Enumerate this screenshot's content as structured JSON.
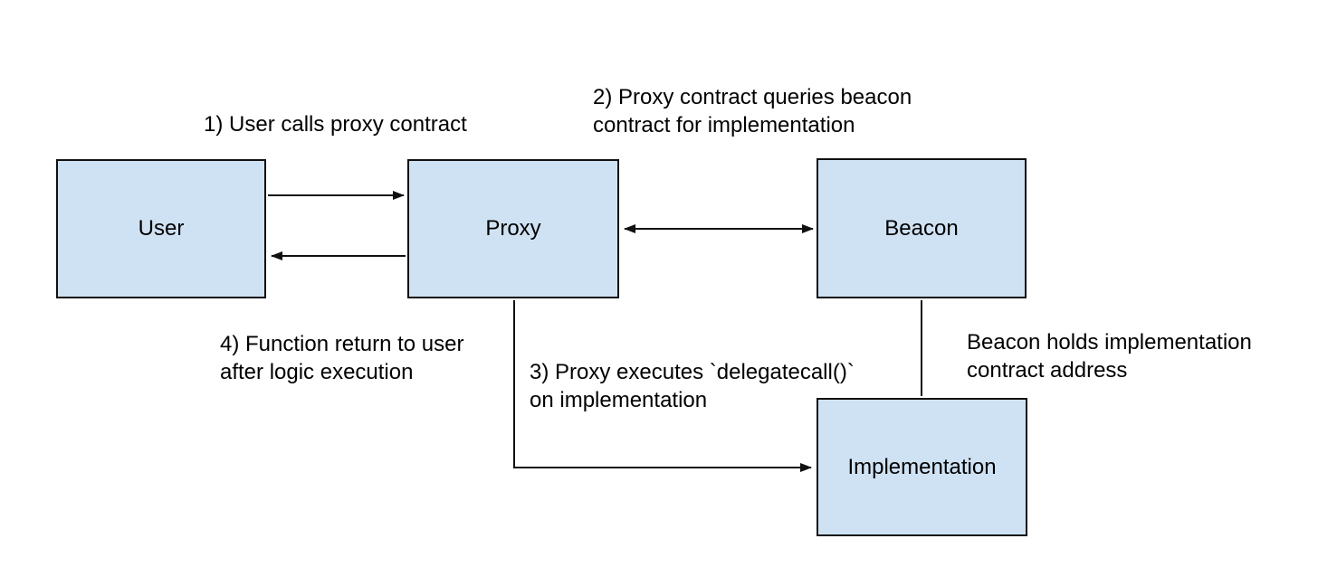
{
  "diagram": {
    "colors": {
      "canvas_bg": "#ffffff",
      "node_fill": "#cfe2f3",
      "node_border": "#111111",
      "edge_color": "#111111",
      "text_color": "#000000"
    },
    "nodes": {
      "user": {
        "label": "User"
      },
      "proxy": {
        "label": "Proxy"
      },
      "beacon": {
        "label": "Beacon"
      },
      "implementation": {
        "label": "Implementation"
      }
    },
    "annotations": {
      "step1": {
        "text": "1) User calls proxy contract"
      },
      "step2": {
        "text": "2) Proxy contract queries beacon\ncontract for implementation"
      },
      "step3": {
        "text": "3) Proxy executes `delegatecall()`\non implementation"
      },
      "step4": {
        "text": "4) Function return to user\nafter logic execution"
      },
      "beacon_note": {
        "text": "Beacon holds implementation\ncontract address"
      }
    },
    "edges": {
      "user_to_proxy": {
        "from": "user",
        "to": "proxy",
        "arrow": "end"
      },
      "proxy_to_user": {
        "from": "proxy",
        "to": "user",
        "arrow": "end"
      },
      "proxy_beacon": {
        "from": "proxy",
        "to": "beacon",
        "arrow": "both"
      },
      "proxy_to_implementation": {
        "from": "proxy",
        "to": "implementation",
        "arrow": "end"
      },
      "beacon_implementation_link": {
        "from": "beacon",
        "to": "implementation",
        "arrow": "none"
      }
    }
  }
}
